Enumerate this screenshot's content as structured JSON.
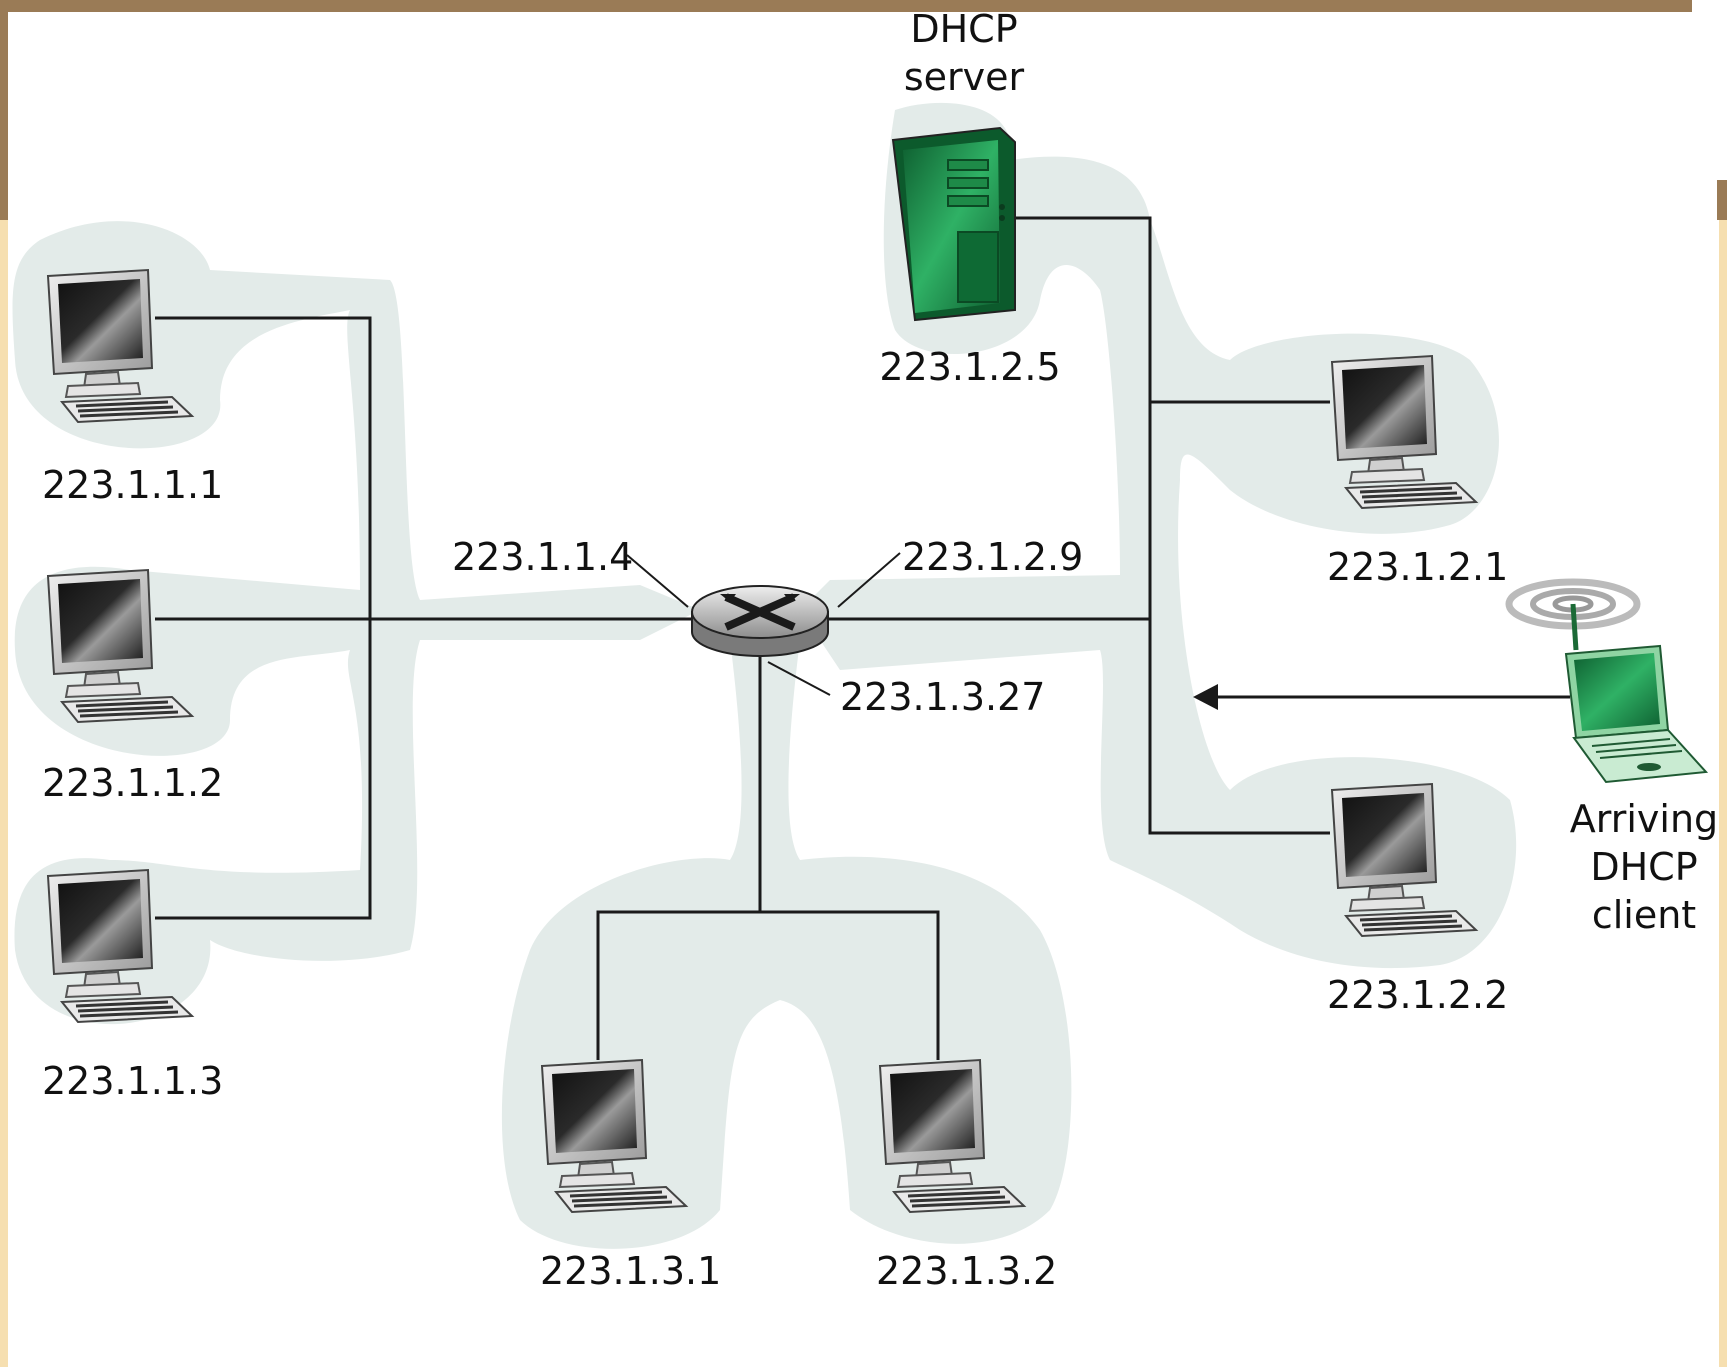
{
  "server": {
    "title_line1": "DHCP",
    "title_line2": "server",
    "ip": "223.1.2.5",
    "icon": "server-tower-icon"
  },
  "router": {
    "icon": "router-icon",
    "ip_left": "223.1.1.4",
    "ip_right": "223.1.2.9",
    "ip_bottom": "223.1.3.27"
  },
  "hosts": {
    "h111": {
      "ip": "223.1.1.1",
      "icon": "desktop-computer-icon"
    },
    "h112": {
      "ip": "223.1.1.2",
      "icon": "desktop-computer-icon"
    },
    "h113": {
      "ip": "223.1.1.3",
      "icon": "desktop-computer-icon"
    },
    "h121": {
      "ip": "223.1.2.1",
      "icon": "desktop-computer-icon"
    },
    "h122": {
      "ip": "223.1.2.2",
      "icon": "desktop-computer-icon"
    },
    "h131": {
      "ip": "223.1.3.1",
      "icon": "desktop-computer-icon"
    },
    "h132": {
      "ip": "223.1.3.2",
      "icon": "desktop-computer-icon"
    }
  },
  "client": {
    "line1": "Arriving",
    "line2": "DHCP",
    "line3": "client",
    "icon": "laptop-wireless-icon"
  },
  "colors": {
    "subnet_fill": "#e3ebe9",
    "frame_brown": "#9a7b56",
    "frame_tan": "#f6dfb0",
    "server_green": "#1f8a4c",
    "laptop_green": "#2f9a55"
  }
}
